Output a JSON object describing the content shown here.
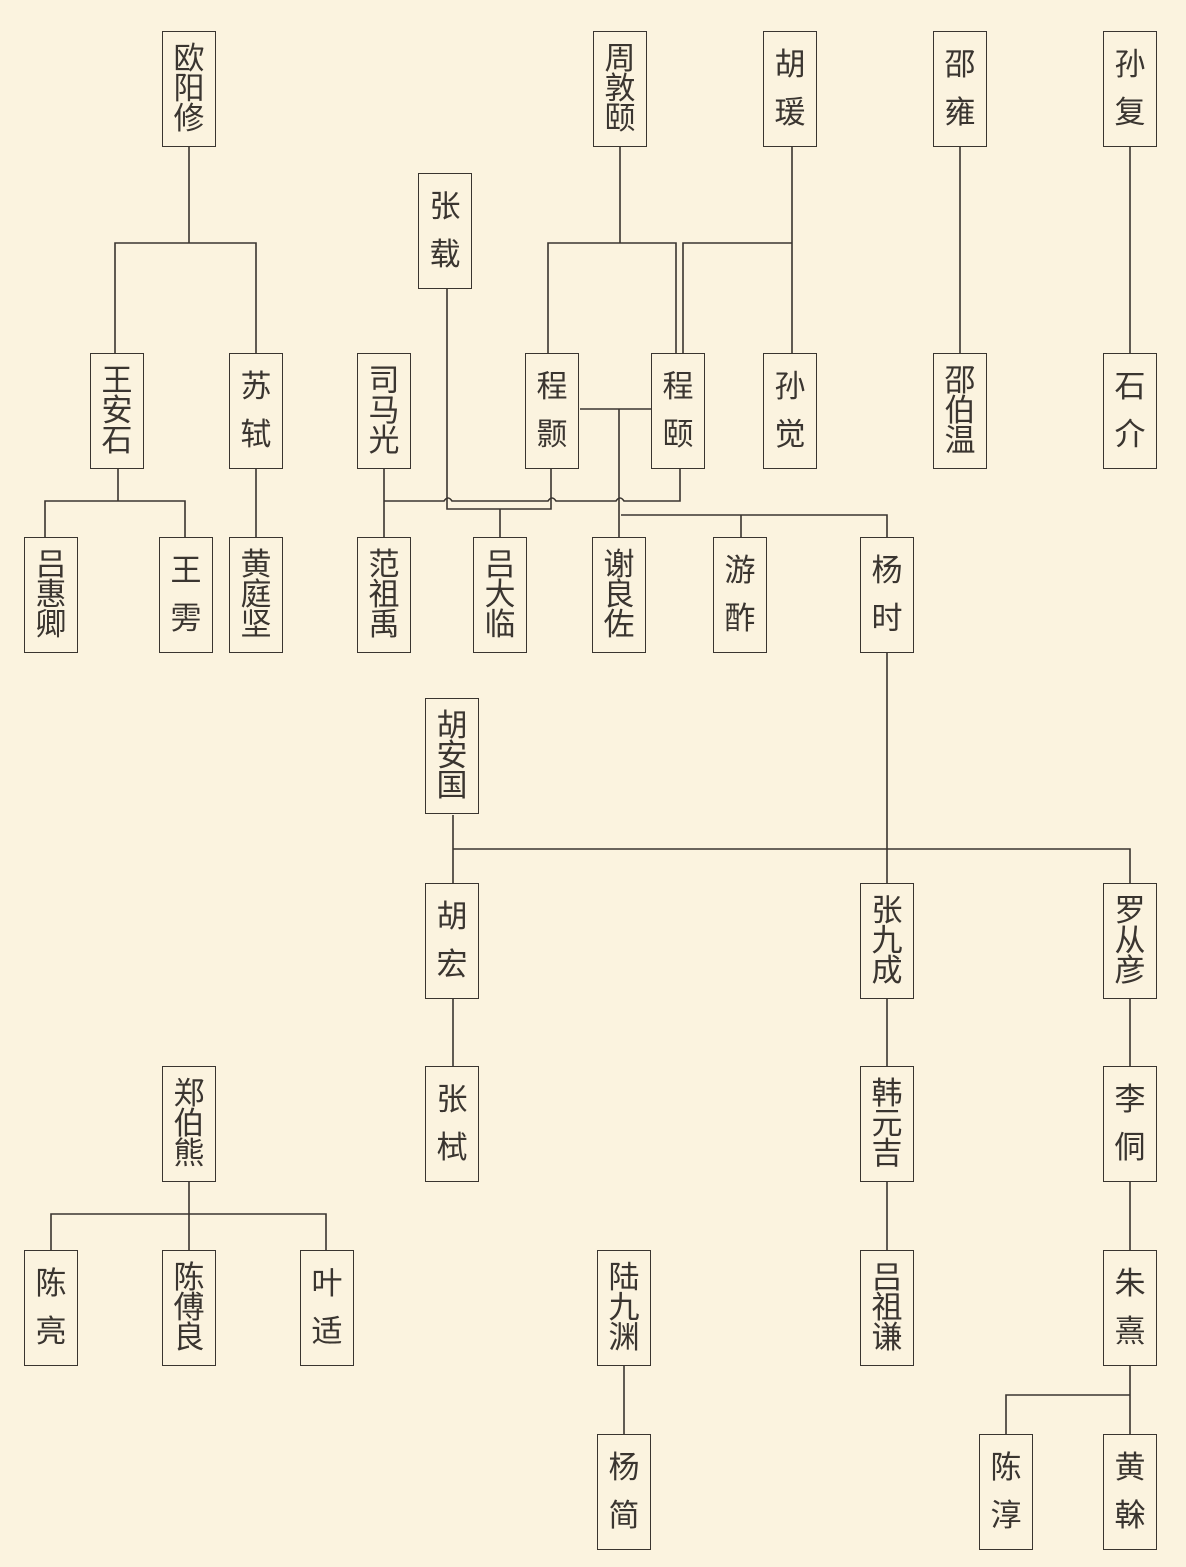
{
  "colors": {
    "background": "#fbf3df",
    "line": "#3a3530",
    "text": "#3a3530"
  },
  "nodes": [
    {
      "id": "ouyangxiu",
      "name": "欧阳修"
    },
    {
      "id": "zhoudunyi",
      "name": "周敦颐"
    },
    {
      "id": "huyuan",
      "name": "胡瑗"
    },
    {
      "id": "shaoyong",
      "name": "邵雍"
    },
    {
      "id": "sunfu",
      "name": "孙复"
    },
    {
      "id": "zhangzai",
      "name": "张载"
    },
    {
      "id": "wanganshi",
      "name": "王安石"
    },
    {
      "id": "sushi",
      "name": "苏轼"
    },
    {
      "id": "simaguang",
      "name": "司马光"
    },
    {
      "id": "chenghao",
      "name": "程颢"
    },
    {
      "id": "chengyi",
      "name": "程颐"
    },
    {
      "id": "sunjue",
      "name": "孙觉"
    },
    {
      "id": "shaobowen",
      "name": "邵伯温"
    },
    {
      "id": "shijie",
      "name": "石介"
    },
    {
      "id": "lvhuiqing",
      "name": "吕惠卿"
    },
    {
      "id": "wangpang",
      "name": "王雱"
    },
    {
      "id": "huangtingjian",
      "name": "黄庭坚"
    },
    {
      "id": "fanzuyu",
      "name": "范祖禹"
    },
    {
      "id": "lvdalin",
      "name": "吕大临"
    },
    {
      "id": "xieliangzuo",
      "name": "谢良佐"
    },
    {
      "id": "youzuo",
      "name": "游酢"
    },
    {
      "id": "yangshi",
      "name": "杨时"
    },
    {
      "id": "huanguo",
      "name": "胡安国"
    },
    {
      "id": "huhong",
      "name": "胡宏"
    },
    {
      "id": "zhangjiucheng",
      "name": "张九成"
    },
    {
      "id": "luocongyan",
      "name": "罗从彦"
    },
    {
      "id": "zhengboxiong",
      "name": "郑伯熊"
    },
    {
      "id": "zhangshi",
      "name": "张栻"
    },
    {
      "id": "hanyuanji",
      "name": "韩元吉"
    },
    {
      "id": "litong",
      "name": "李侗"
    },
    {
      "id": "chenliang",
      "name": "陈亮"
    },
    {
      "id": "chenfuliang",
      "name": "陈傅良"
    },
    {
      "id": "yeshi",
      "name": "叶适"
    },
    {
      "id": "lujiuyuan",
      "name": "陆九渊"
    },
    {
      "id": "lvzuqian",
      "name": "吕祖谦"
    },
    {
      "id": "zhuxi",
      "name": "朱熹"
    },
    {
      "id": "yangjian",
      "name": "杨简"
    },
    {
      "id": "chenchun",
      "name": "陈淳"
    },
    {
      "id": "huanggan",
      "name": "黄榦"
    }
  ],
  "links": [
    {
      "from": "欧阳修",
      "to": [
        "王安石",
        "苏轼"
      ]
    },
    {
      "from": "周敦颐",
      "to": [
        "程颢",
        "程颐"
      ]
    },
    {
      "from": "胡瑗",
      "to": [
        "程颐",
        "孙觉"
      ]
    },
    {
      "from": "邵雍",
      "to": [
        "邵伯温"
      ]
    },
    {
      "from": "孙复",
      "to": [
        "石介"
      ]
    },
    {
      "from": "张载",
      "to": [
        "吕大临"
      ]
    },
    {
      "from": "王安石",
      "to": [
        "吕惠卿",
        "王雱"
      ]
    },
    {
      "from": "苏轼",
      "to": [
        "黄庭坚"
      ]
    },
    {
      "from": "司马光",
      "to": [
        "范祖禹",
        "吕大临"
      ]
    },
    {
      "from": "程颢",
      "to": [
        "吕大临"
      ]
    },
    {
      "from": "程颐",
      "to": [
        "吕大临"
      ]
    },
    {
      "from": "程颢/程颐",
      "to": [
        "谢良佐",
        "游酢",
        "杨时"
      ]
    },
    {
      "from": "杨时",
      "to": [
        "张九成"
      ]
    },
    {
      "from": "胡安国",
      "to": [
        "胡宏",
        "张九成",
        "罗从彦"
      ]
    },
    {
      "from": "胡宏",
      "to": [
        "张栻"
      ]
    },
    {
      "from": "张九成",
      "to": [
        "韩元吉"
      ]
    },
    {
      "from": "韩元吉",
      "to": [
        "吕祖谦"
      ]
    },
    {
      "from": "罗从彦",
      "to": [
        "李侗"
      ]
    },
    {
      "from": "李侗",
      "to": [
        "朱熹"
      ]
    },
    {
      "from": "郑伯熊",
      "to": [
        "陈亮",
        "陈傅良",
        "叶适"
      ]
    },
    {
      "from": "陆九渊",
      "to": [
        "杨简"
      ]
    },
    {
      "from": "朱熹",
      "to": [
        "陈淳",
        "黄榦"
      ]
    }
  ]
}
